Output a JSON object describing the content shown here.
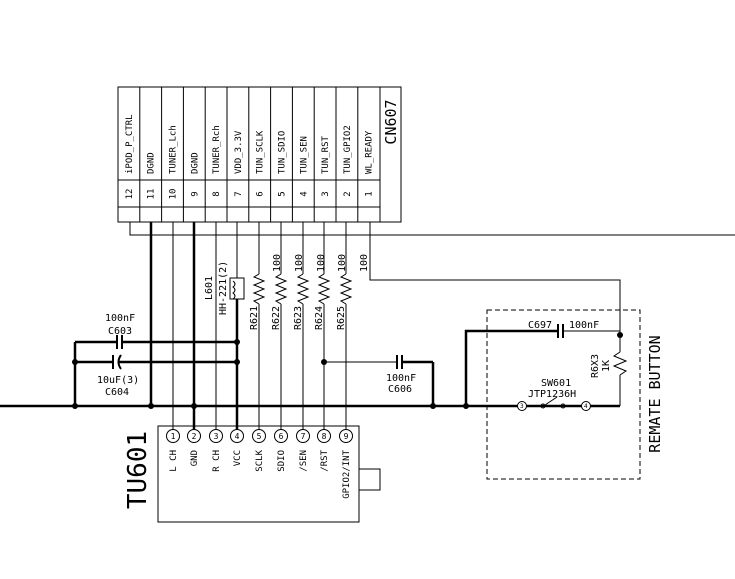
{
  "connector": {
    "ref": "CN607",
    "pins": [
      {
        "num": "12",
        "signal": "iPOD_P_CTRL"
      },
      {
        "num": "11",
        "signal": "DGND"
      },
      {
        "num": "10",
        "signal": "TUNER_Lch"
      },
      {
        "num": "9",
        "signal": "DGND"
      },
      {
        "num": "8",
        "signal": "TUNER_Rch"
      },
      {
        "num": "7",
        "signal": "VDD_3.3V"
      },
      {
        "num": "6",
        "signal": "TUN_SCLK"
      },
      {
        "num": "5",
        "signal": "TUN_SDIO"
      },
      {
        "num": "4",
        "signal": "TUN_SEN"
      },
      {
        "num": "3",
        "signal": "TUN_RST"
      },
      {
        "num": "2",
        "signal": "TUN_GPIO2"
      },
      {
        "num": "1",
        "signal": "WL_READY"
      }
    ]
  },
  "inductor": {
    "ref": "L601",
    "part": "HH-221(2)"
  },
  "resistors": [
    {
      "ref": "R621",
      "value": "100"
    },
    {
      "ref": "R622",
      "value": "100"
    },
    {
      "ref": "R623",
      "value": "100"
    },
    {
      "ref": "R624",
      "value": "100"
    },
    {
      "ref": "R625",
      "value": "100"
    }
  ],
  "capacitors": {
    "c603": {
      "ref": "C603",
      "value": "100nF"
    },
    "c604": {
      "ref": "C604",
      "value": "10uF(3)"
    },
    "c606": {
      "ref": "C606",
      "value": "100nF"
    },
    "c697": {
      "ref": "C697",
      "value": "100nF"
    }
  },
  "remote": {
    "r693_ref": "R6X3",
    "r693_value": "1K",
    "switch_ref": "SW601",
    "switch_part": "JTP1236H",
    "pin_a": "3",
    "pin_b": "4",
    "title": "REMATE BUTTON"
  },
  "tuner": {
    "ref": "TU601",
    "pins": [
      {
        "num": "1",
        "name": "L CH"
      },
      {
        "num": "2",
        "name": "GND"
      },
      {
        "num": "3",
        "name": "R CH"
      },
      {
        "num": "4",
        "name": "VCC"
      },
      {
        "num": "5",
        "name": "SCLK"
      },
      {
        "num": "6",
        "name": "SDIO"
      },
      {
        "num": "7",
        "name": "/SEN"
      },
      {
        "num": "8",
        "name": "/RST"
      },
      {
        "num": "9",
        "name": "GPIO2/INT"
      }
    ]
  }
}
